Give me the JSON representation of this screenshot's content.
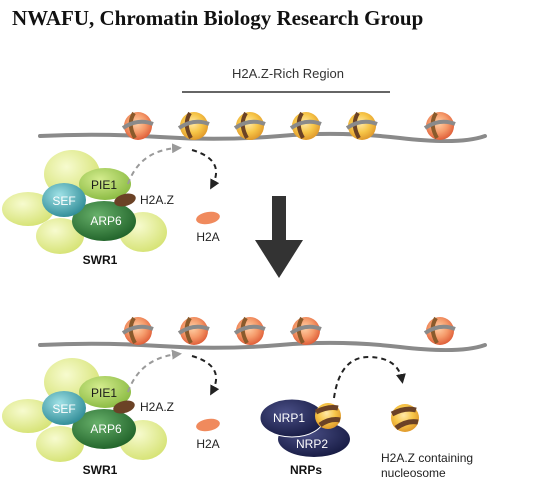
{
  "title": "NWAFU, Chromatin Biology Research Group",
  "top_panel": {
    "region_label": "H2A.Z-Rich Region",
    "complex_parts": {
      "pie1": "PIE1",
      "sef": "SEF",
      "arp6": "ARP6"
    },
    "complex_name": "SWR1",
    "h2az_label": "H2A.Z",
    "h2a_label": "H2A"
  },
  "bottom_panel": {
    "complex_parts": {
      "pie1": "PIE1",
      "sef": "SEF",
      "arp6": "ARP6"
    },
    "complex_name": "SWR1",
    "h2az_label": "H2A.Z",
    "h2a_label": "H2A",
    "nrp1": "NRP1",
    "nrp2": "NRP2",
    "nrps_name": "NRPs",
    "product_label_line1": "H2A.Z containing",
    "product_label_line2": "nucleosome"
  },
  "colors": {
    "dna": "#8a8a8a",
    "h2az_brown": "#6b4226",
    "h2a_orange": "#f08a5d",
    "nucleosome_yellow": "#f7c648",
    "swr1_green_light": "#dfe98a",
    "pie1_green": "#a6cf5a",
    "arp6_green": "#2e7d3a",
    "sef_teal": "#4aa6b0",
    "nrp_navy": "#1f2352",
    "main_arrow": "#333333"
  }
}
